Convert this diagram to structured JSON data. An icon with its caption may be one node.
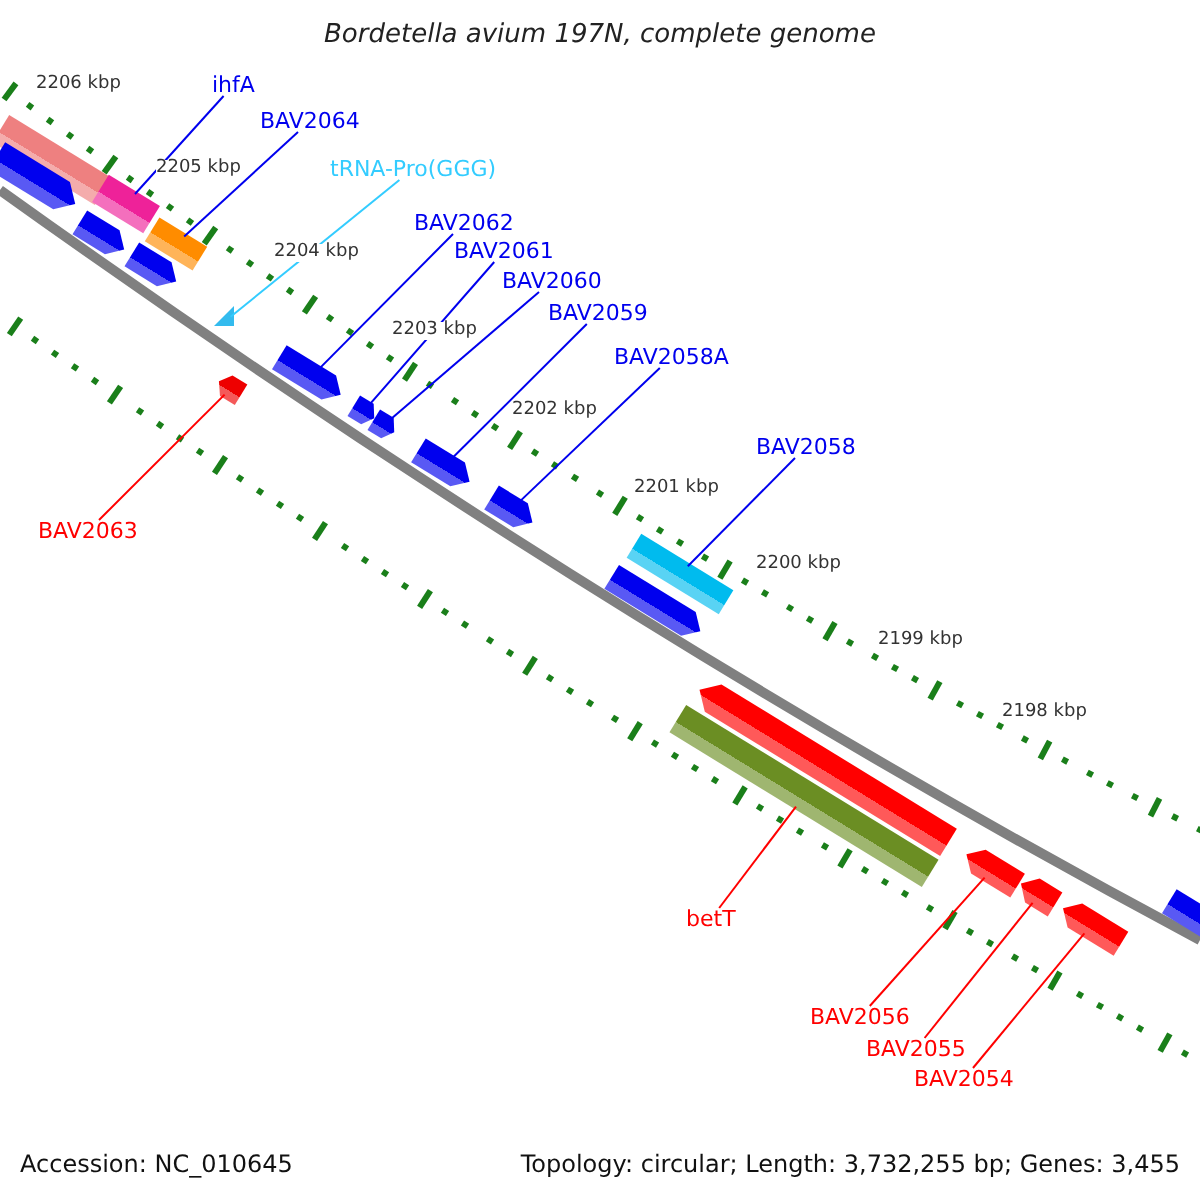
{
  "diagram": {
    "title": "Bordetella avium 197N, complete genome",
    "nodes": [
      {
        "text": [
          "ihfA"
        ]
      },
      {
        "text": [
          "BAV2064"
        ]
      },
      {
        "text": [
          "tRNA-Pro(GGG)"
        ]
      },
      {
        "text": [
          "BAV2062"
        ]
      },
      {
        "text": [
          "BAV2061"
        ]
      },
      {
        "text": [
          "BAV2060"
        ]
      },
      {
        "text": [
          "BAV2059"
        ]
      },
      {
        "text": [
          "BAV2058A"
        ]
      },
      {
        "text": [
          "BAV2058"
        ]
      },
      {
        "text": [
          "BAV2063"
        ]
      },
      {
        "text": [
          "betT"
        ]
      },
      {
        "text": [
          "BAV2056"
        ]
      },
      {
        "text": [
          "BAV2055"
        ]
      },
      {
        "text": [
          "BAV2054"
        ]
      },
      {
        "text": [],
        "shape": "bar"
      },
      {
        "text": [],
        "shape": "arrow"
      },
      {
        "text": [],
        "shape": "arrow"
      },
      {
        "text": [],
        "shape": "bar"
      },
      {
        "text": [],
        "shape": "arrow"
      },
      {
        "text": [],
        "shape": "bar"
      },
      {
        "text": [],
        "shape": "triangle"
      },
      {
        "text": [],
        "shape": "arrow"
      },
      {
        "text": [],
        "shape": "arrow"
      },
      {
        "text": [],
        "shape": "arrow"
      },
      {
        "text": [],
        "shape": "arrow"
      },
      {
        "text": [],
        "shape": "arrow"
      },
      {
        "text": [],
        "shape": "arrow"
      },
      {
        "text": [],
        "shape": "arrow"
      },
      {
        "text": [],
        "shape": "bar"
      },
      {
        "text": [],
        "shape": "bar"
      },
      {
        "text": [],
        "shape": "arrow"
      },
      {
        "text": [],
        "shape": "arrow"
      },
      {
        "text": [],
        "shape": "arrow"
      },
      {
        "text": [],
        "shape": "arrow"
      },
      {
        "text": [],
        "shape": "arrow"
      }
    ],
    "edges": [
      {
        "from": 0,
        "to": 17,
        "arrow": "none"
      },
      {
        "from": 1,
        "to": 19,
        "arrow": "none"
      },
      {
        "from": 2,
        "to": 20,
        "arrow": "none",
        "color": "#33ccff"
      },
      {
        "from": 3,
        "to": 22,
        "arrow": "none"
      },
      {
        "from": 4,
        "to": 23,
        "arrow": "none"
      },
      {
        "from": 5,
        "to": 24,
        "arrow": "none"
      },
      {
        "from": 6,
        "to": 25,
        "arrow": "none"
      },
      {
        "from": 7,
        "to": 26,
        "arrow": "none"
      },
      {
        "from": 8,
        "to": 28,
        "arrow": "none"
      },
      {
        "from": 9,
        "to": 21,
        "arrow": "none",
        "color": "#ff0000"
      },
      {
        "from": 10,
        "to": 29,
        "arrow": "none",
        "color": "#ff0000"
      },
      {
        "from": 11,
        "to": 31,
        "arrow": "none",
        "color": "#ff0000"
      },
      {
        "from": 12,
        "to": 32,
        "arrow": "none",
        "color": "#ff0000"
      },
      {
        "from": 13,
        "to": 33,
        "arrow": "none",
        "color": "#ff0000"
      }
    ],
    "labels": [
      "2206 kbp",
      "2205 kbp",
      "2204 kbp",
      "2203 kbp",
      "2202 kbp",
      "2201 kbp",
      "2200 kbp",
      "2199 kbp",
      "2198 kbp",
      "Accession: NC_010645",
      "Topology: circular; Length: 3,732,255 bp; Genes: 3,455"
    ]
  }
}
